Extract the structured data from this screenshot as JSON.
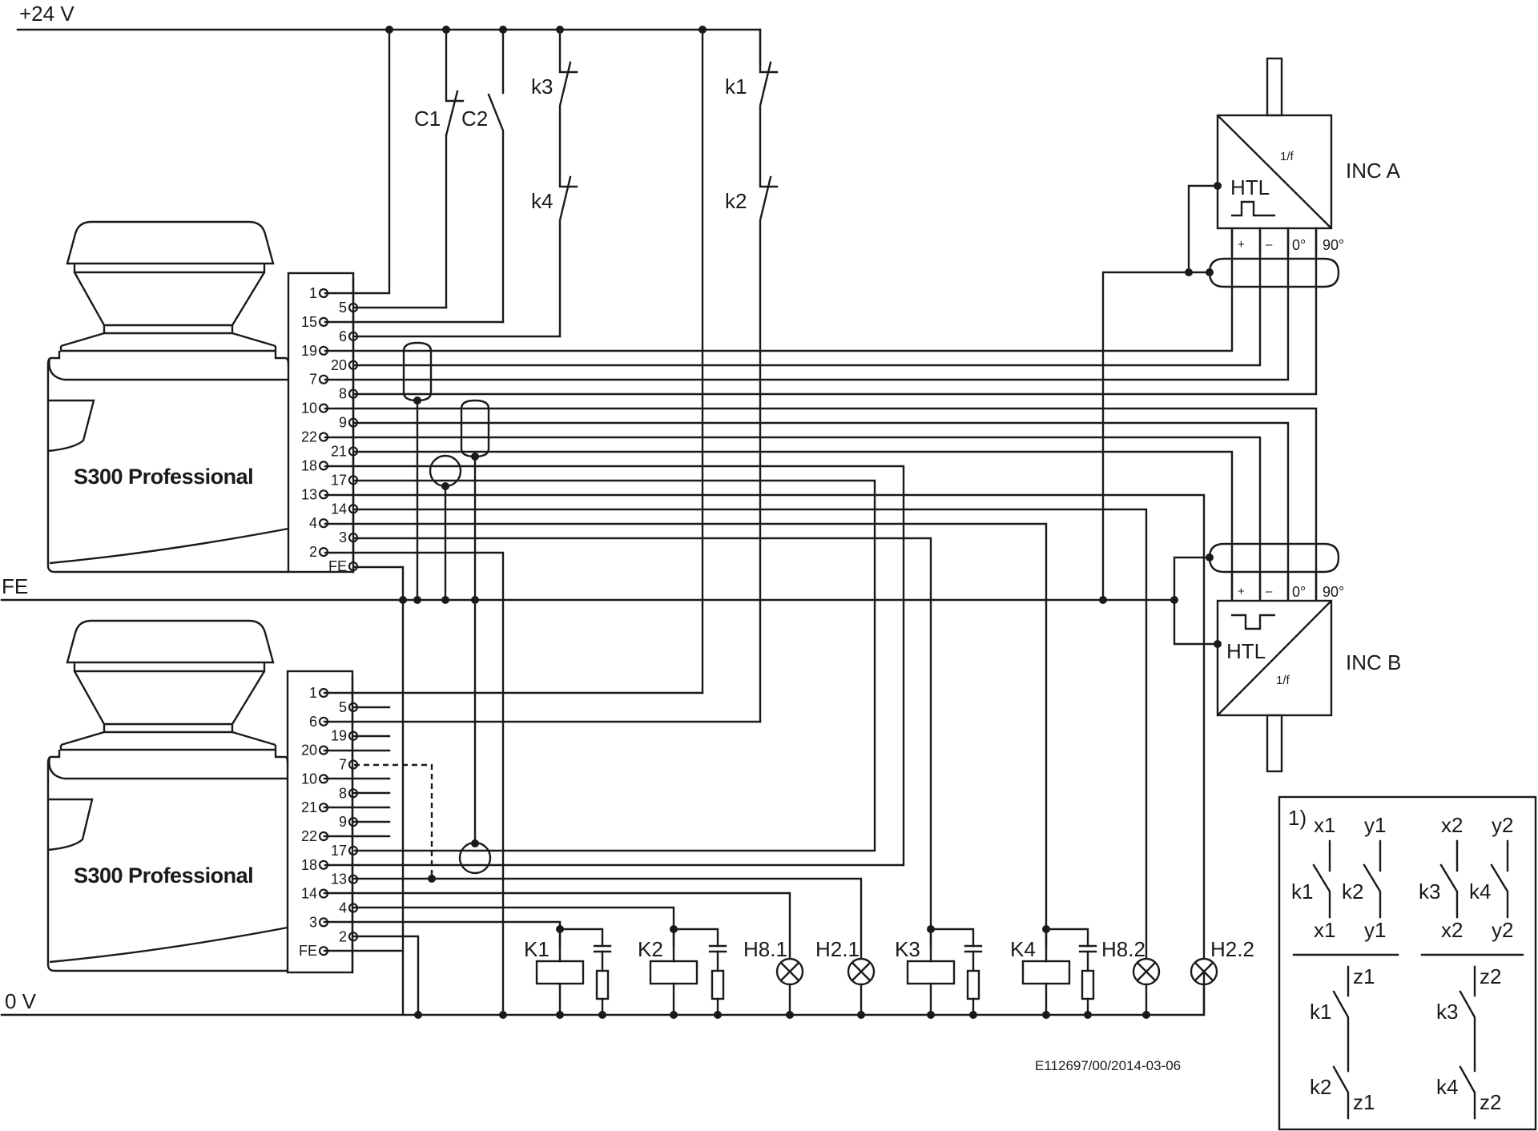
{
  "rails": {
    "supply": "+24 V",
    "functional_earth": "FE",
    "ground": "0 V"
  },
  "scanners": [
    {
      "label": "S300 Professional",
      "pins_left": [
        "1",
        "15",
        "19",
        "7",
        "10",
        "22",
        "18",
        "13",
        "4",
        "2"
      ],
      "pins_right": [
        "5",
        "6",
        "20",
        "8",
        "9",
        "21",
        "17",
        "14",
        "3",
        "FE"
      ]
    },
    {
      "label": "S300 Professional",
      "pins_left": [
        "1",
        "6",
        "20",
        "10",
        "21",
        "22",
        "18",
        "14",
        "3",
        "FE"
      ],
      "pins_right": [
        "5",
        "19",
        "7",
        "8",
        "9",
        "17",
        "13",
        "4",
        "2"
      ]
    }
  ],
  "upper_pin_order": [
    "1",
    "5",
    "15",
    "6",
    "19",
    "20",
    "7",
    "8",
    "10",
    "9",
    "22",
    "21",
    "18",
    "17",
    "13",
    "14",
    "4",
    "3",
    "2",
    "FE"
  ],
  "lower_pin_order": [
    "1",
    "5",
    "6",
    "19",
    "20",
    "7",
    "10",
    "8",
    "21",
    "9",
    "22",
    "17",
    "18",
    "13",
    "14",
    "4",
    "3",
    "2",
    "FE"
  ],
  "switches": {
    "c1": "C1",
    "c2": "C2",
    "k3": "k3",
    "k4": "k4",
    "k1": "k1",
    "k2": "k2"
  },
  "encoders": [
    {
      "name": "INC A",
      "type": "HTL",
      "ratio": "1/f",
      "terminals": [
        "+",
        "–",
        "0°",
        "90°"
      ]
    },
    {
      "name": "INC B",
      "type": "HTL",
      "ratio": "1/f",
      "terminals": [
        "+",
        "–",
        "0°",
        "90°"
      ]
    }
  ],
  "loads": [
    "K1",
    "K2",
    "H8.1",
    "H2.1",
    "K3",
    "K4",
    "H8.2",
    "H2.2"
  ],
  "footnote_box": {
    "marker": "1)",
    "top_left": {
      "contacts": [
        "k1",
        "k2"
      ],
      "terminals_top": [
        "x1",
        "y1"
      ],
      "terminals_bottom": [
        "x1",
        "y1"
      ]
    },
    "top_right": {
      "contacts": [
        "k3",
        "k4"
      ],
      "terminals_top": [
        "x2",
        "y2"
      ],
      "terminals_bottom": [
        "x2",
        "y2"
      ]
    },
    "bottom_left": {
      "contacts": [
        "k1",
        "k2"
      ],
      "terminal_top": "z1",
      "terminal_bottom": "z1"
    },
    "bottom_right": {
      "contacts": [
        "k3",
        "k4"
      ],
      "terminal_top": "z2",
      "terminal_bottom": "z2"
    }
  },
  "drawing_id": "E112697/00/2014-03-06"
}
